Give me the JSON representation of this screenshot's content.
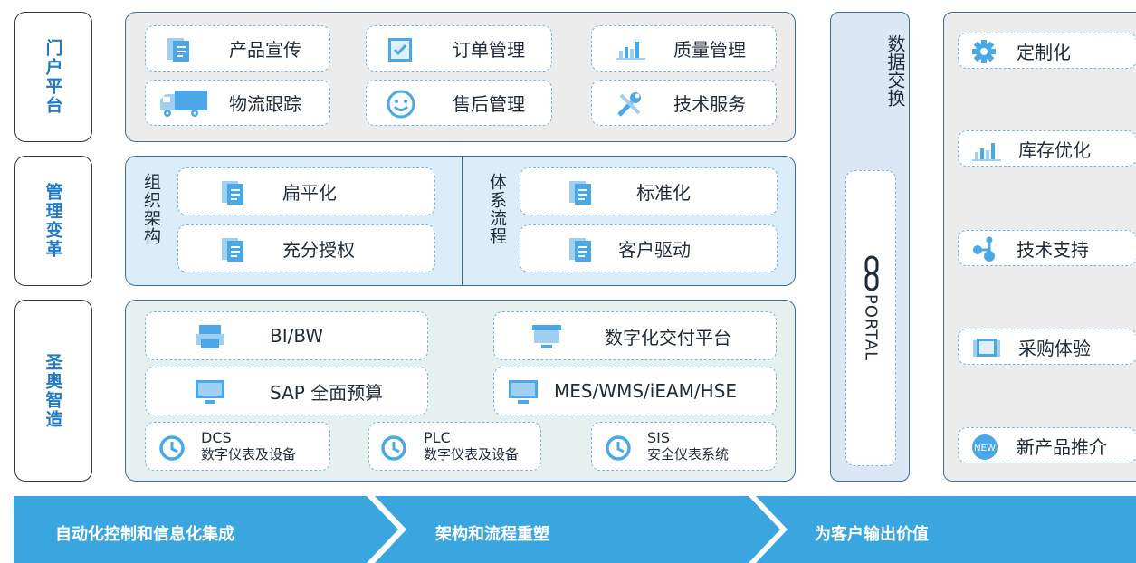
{
  "left_labels": {
    "portal": "门户平台",
    "management": "管理变革",
    "sao": "圣奥智造"
  },
  "portal_platform": {
    "tiles": [
      {
        "label": "产品宣传",
        "icon": "document-icon"
      },
      {
        "label": "订单管理",
        "icon": "checkbox-icon"
      },
      {
        "label": "质量管理",
        "icon": "bar-chart-icon"
      },
      {
        "label": "物流跟踪",
        "icon": "truck-icon"
      },
      {
        "label": "售后管理",
        "icon": "smiley-icon"
      },
      {
        "label": "技术服务",
        "icon": "wrench-screwdriver-icon"
      }
    ]
  },
  "management_change": {
    "org_title": "组织架构",
    "process_title": "体系流程",
    "tiles": [
      {
        "label": "扁平化",
        "icon": "document-icon"
      },
      {
        "label": "充分授权",
        "icon": "document-icon"
      },
      {
        "label": "标准化",
        "icon": "document-icon"
      },
      {
        "label": "客户驱动",
        "icon": "document-icon"
      }
    ]
  },
  "smart_manufacturing": {
    "tiles": [
      {
        "label": "BI/BW",
        "icon": "printer-icon"
      },
      {
        "label": "数字化交付平台",
        "icon": "monitor-icon"
      },
      {
        "label": "SAP 全面预算",
        "icon": "monitor-icon"
      },
      {
        "label": "MES/WMS/iEAM/HSE",
        "icon": "monitor-icon"
      }
    ],
    "small_tiles": [
      {
        "line1": "DCS",
        "line2": "数字仪表及设备",
        "icon": "clock-icon"
      },
      {
        "line1": "PLC",
        "line2": "数字仪表及设备",
        "icon": "clock-icon"
      },
      {
        "line1": "SIS",
        "line2": "安全仪表系统",
        "icon": "clock-icon"
      }
    ]
  },
  "data_exchange": {
    "title": "数据交换",
    "portal_label": "PORTAL",
    "icon": "chain-link-icon"
  },
  "customer_value": {
    "items": [
      {
        "label": "定制化",
        "icon": "gear-icon"
      },
      {
        "label": "库存优化",
        "icon": "bar-chart-icon"
      },
      {
        "label": "技术支持",
        "icon": "network-icon"
      },
      {
        "label": "采购体验",
        "icon": "screen-icon"
      },
      {
        "label": "新产品推介",
        "icon": "new-badge-icon"
      }
    ]
  },
  "bottom_flow": {
    "steps": [
      "自动化控制和信息化集成",
      "架构和流程重塑",
      "为客户输出价值"
    ]
  },
  "colors": {
    "accent": "#1f7ac9",
    "chevron": "#3aa6e0",
    "icon_blue": "#4aa8e8",
    "portal_bg": "#ececed",
    "mgmt_bg": "#dbedf8",
    "sao_bg": "#e5f0ef"
  }
}
